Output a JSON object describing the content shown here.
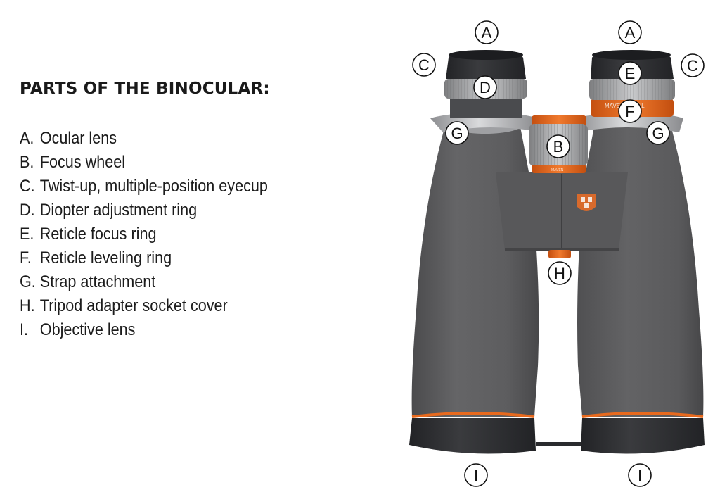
{
  "heading": "PARTS OF THE BINOCULAR:",
  "parts": [
    {
      "letter": "A.",
      "name": "Ocular lens"
    },
    {
      "letter": "B.",
      "name": "Focus wheel"
    },
    {
      "letter": "C.",
      "name": "Twist-up, multiple-position eyecup"
    },
    {
      "letter": "D.",
      "name": "Diopter adjustment ring"
    },
    {
      "letter": "E.",
      "name": "Reticle focus ring"
    },
    {
      "letter": "F.",
      "name": "Reticle leveling ring"
    },
    {
      "letter": "G.",
      "name": "Strap attachment"
    },
    {
      "letter": "H.",
      "name": "Tripod adapter socket cover"
    },
    {
      "letter": "I.",
      "name": "Objective lens"
    }
  ],
  "callouts": {
    "a_left": "A",
    "a_right": "A",
    "c_left": "C",
    "c_right": "C",
    "d": "D",
    "e": "E",
    "f": "F",
    "g_left": "G",
    "g_right": "G",
    "b": "B",
    "h": "H",
    "i_left": "I",
    "i_right": "I"
  },
  "ring_marking": "MAVEN 5.5 MIL",
  "focus_marking": "MAVEN",
  "colors": {
    "body": "#5f5f61",
    "body_shade": "#4a4a4c",
    "accent_orange": "#e86a1e",
    "rubber": "#2c2d30",
    "silver": "#c7c8ca"
  }
}
